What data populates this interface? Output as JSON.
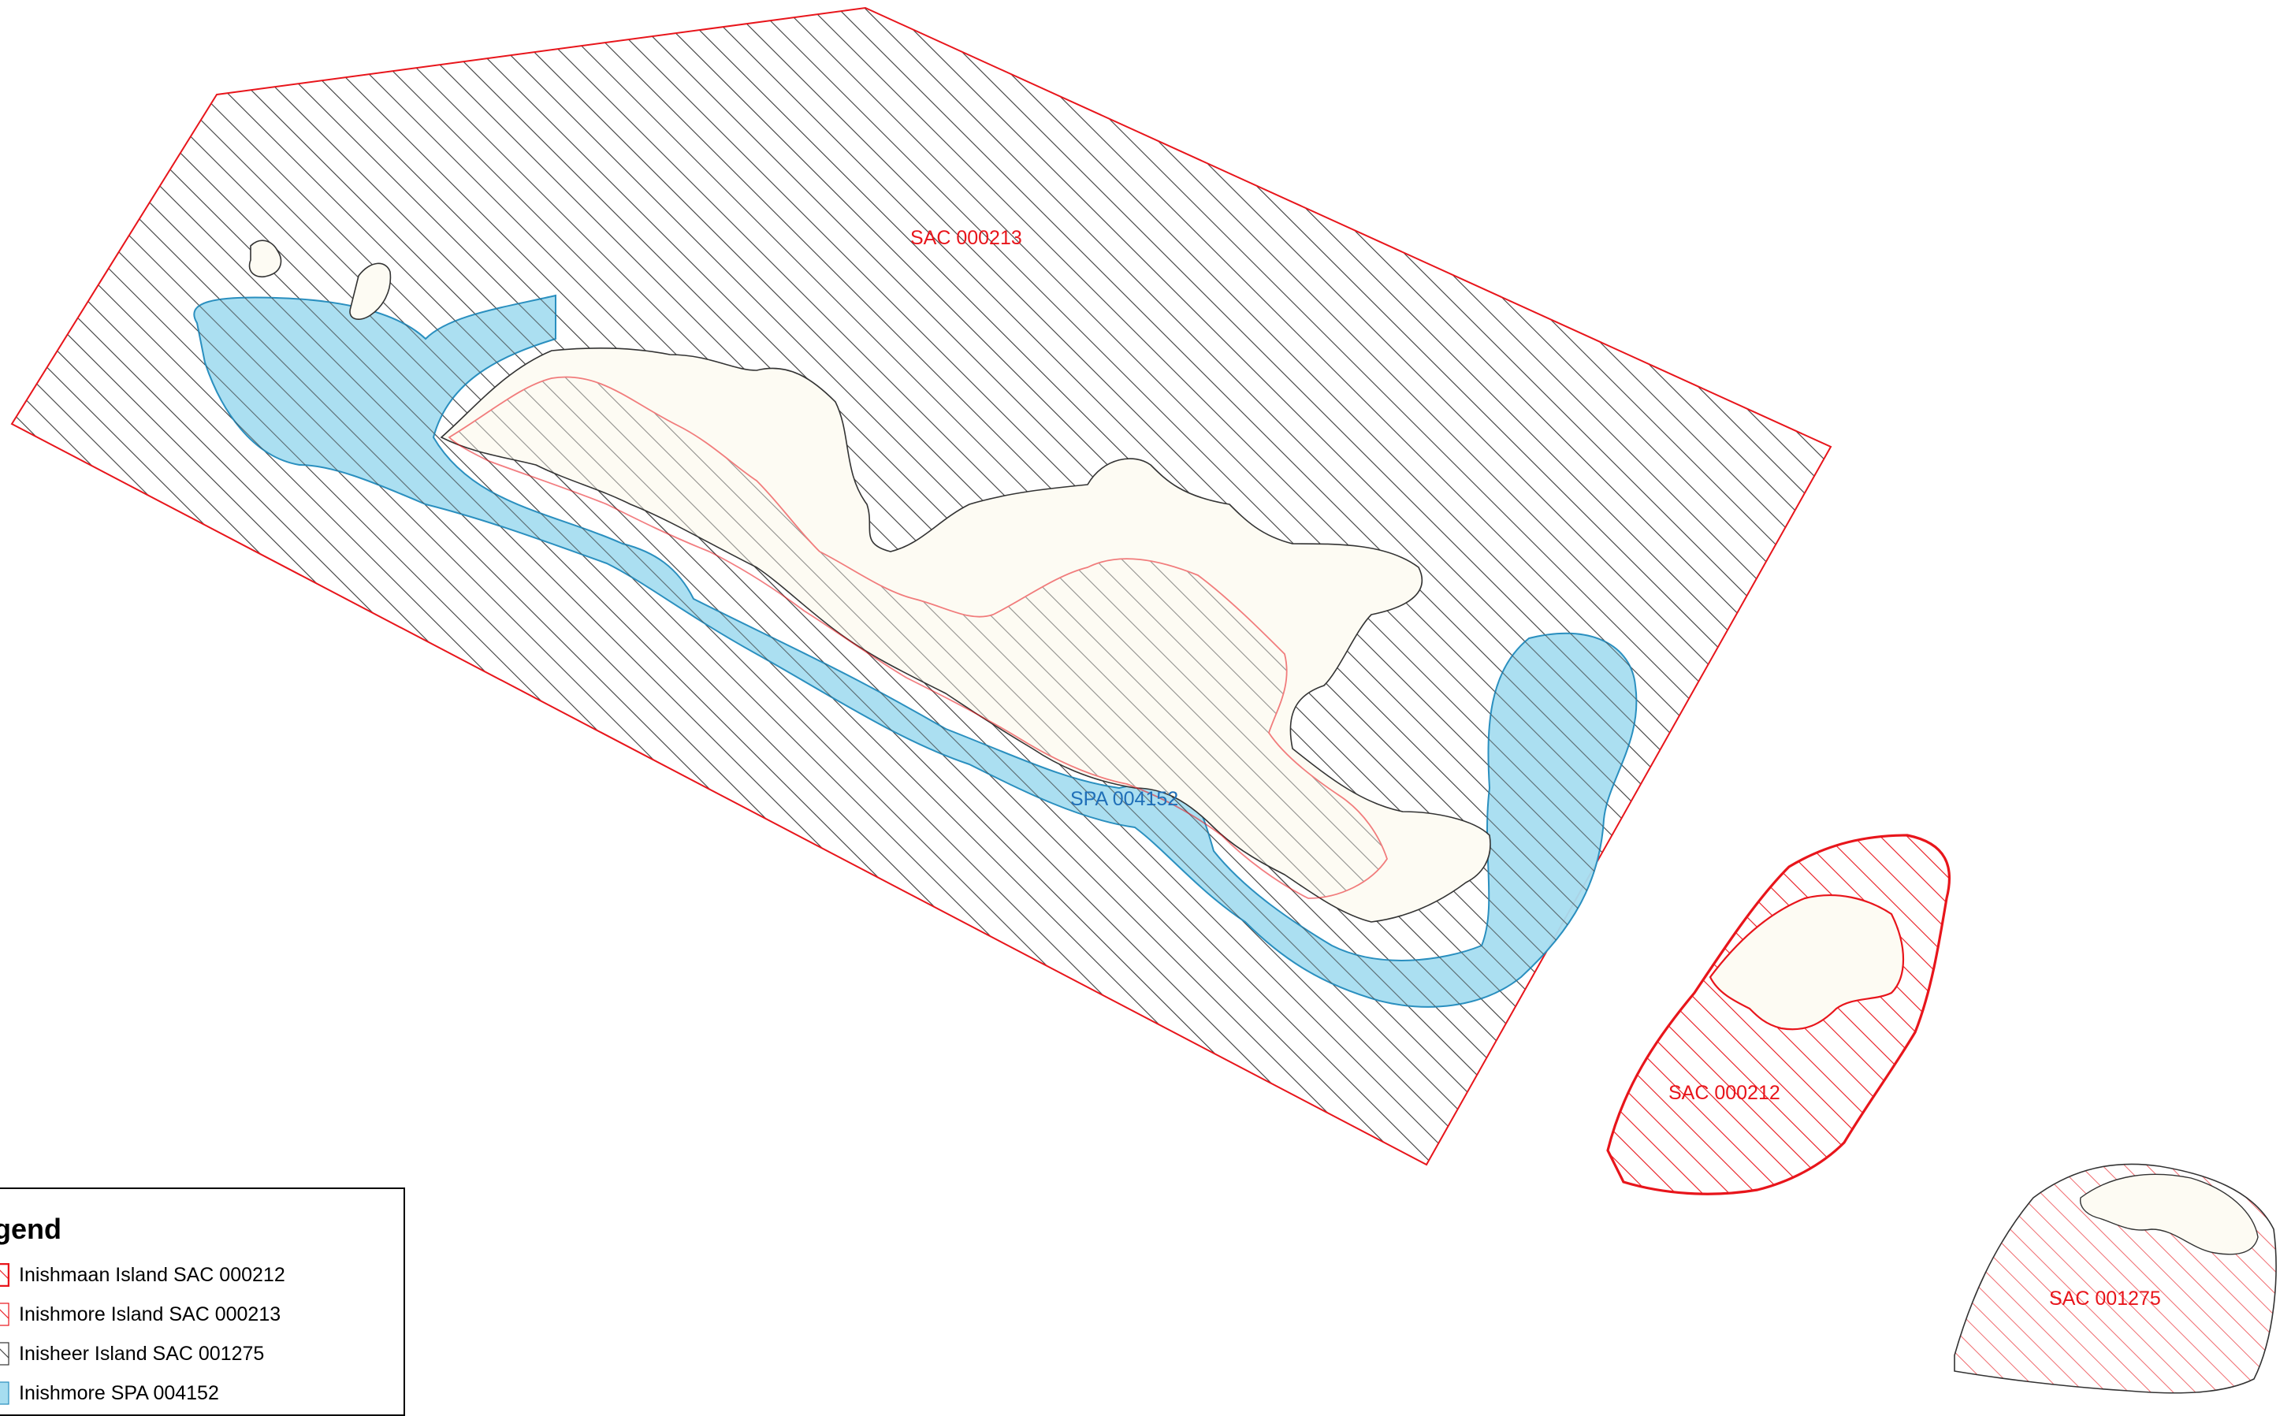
{
  "colors": {
    "sac_outline": "#e8151b",
    "spa_fill": "#a6ddf0",
    "spa_outline": "#2a8fbf",
    "land_fill": "#fdfbf3",
    "hatch_black": "#3a3a3a",
    "hatch_red": "#e8151b",
    "spa_label": "#1f6fb8"
  },
  "map_labels": {
    "sac_000213": "SAC 000213",
    "spa_004152": "SPA 004152",
    "sac_000212": "SAC 000212",
    "sac_001275": "SAC 001275"
  },
  "legend": {
    "title": "Legend",
    "items": [
      {
        "label": "Inishmaan Island SAC 000212",
        "swatch": "hatch-red-thick"
      },
      {
        "label": "Inishmore Island SAC 000213",
        "swatch": "hatch-red-thin"
      },
      {
        "label": "Inisheer Island SAC 001275",
        "swatch": "hatch-black"
      },
      {
        "label": "Inishmore SPA 004152",
        "swatch": "blue-fill"
      }
    ]
  }
}
